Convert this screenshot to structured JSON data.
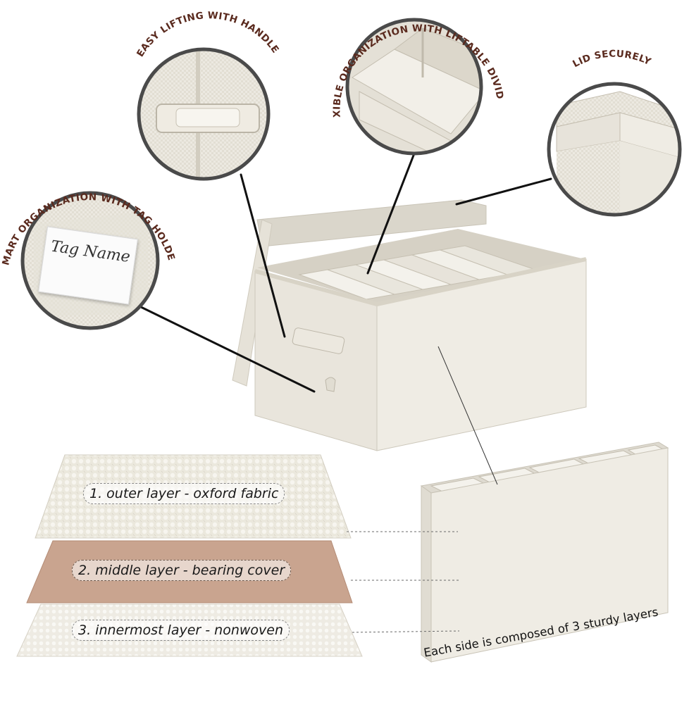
{
  "callouts": {
    "handle": "EASY LIFTING WITH HANDLE",
    "dividers": "FLEXIBLE ORGANIZATION WITH LIFTABLE DIVIDERS",
    "lid": "LID SECURELY",
    "tag": "SMART ORGANIZATION WITH TAG HOLDER"
  },
  "tag_label": "Tag Name",
  "layers": [
    {
      "label": "1. outer layer - oxford fabric"
    },
    {
      "label": "2. middle layer - bearing cover"
    },
    {
      "label": "3. innermost layer - nonwoven"
    }
  ],
  "footer": "Each side is composed of 3 sturdy layers",
  "colors": {
    "title_text": "#5a2a1e",
    "fabric": "#ece9e0",
    "middle_layer": "#c9a48f",
    "circle_border": "#4a4a4a"
  }
}
